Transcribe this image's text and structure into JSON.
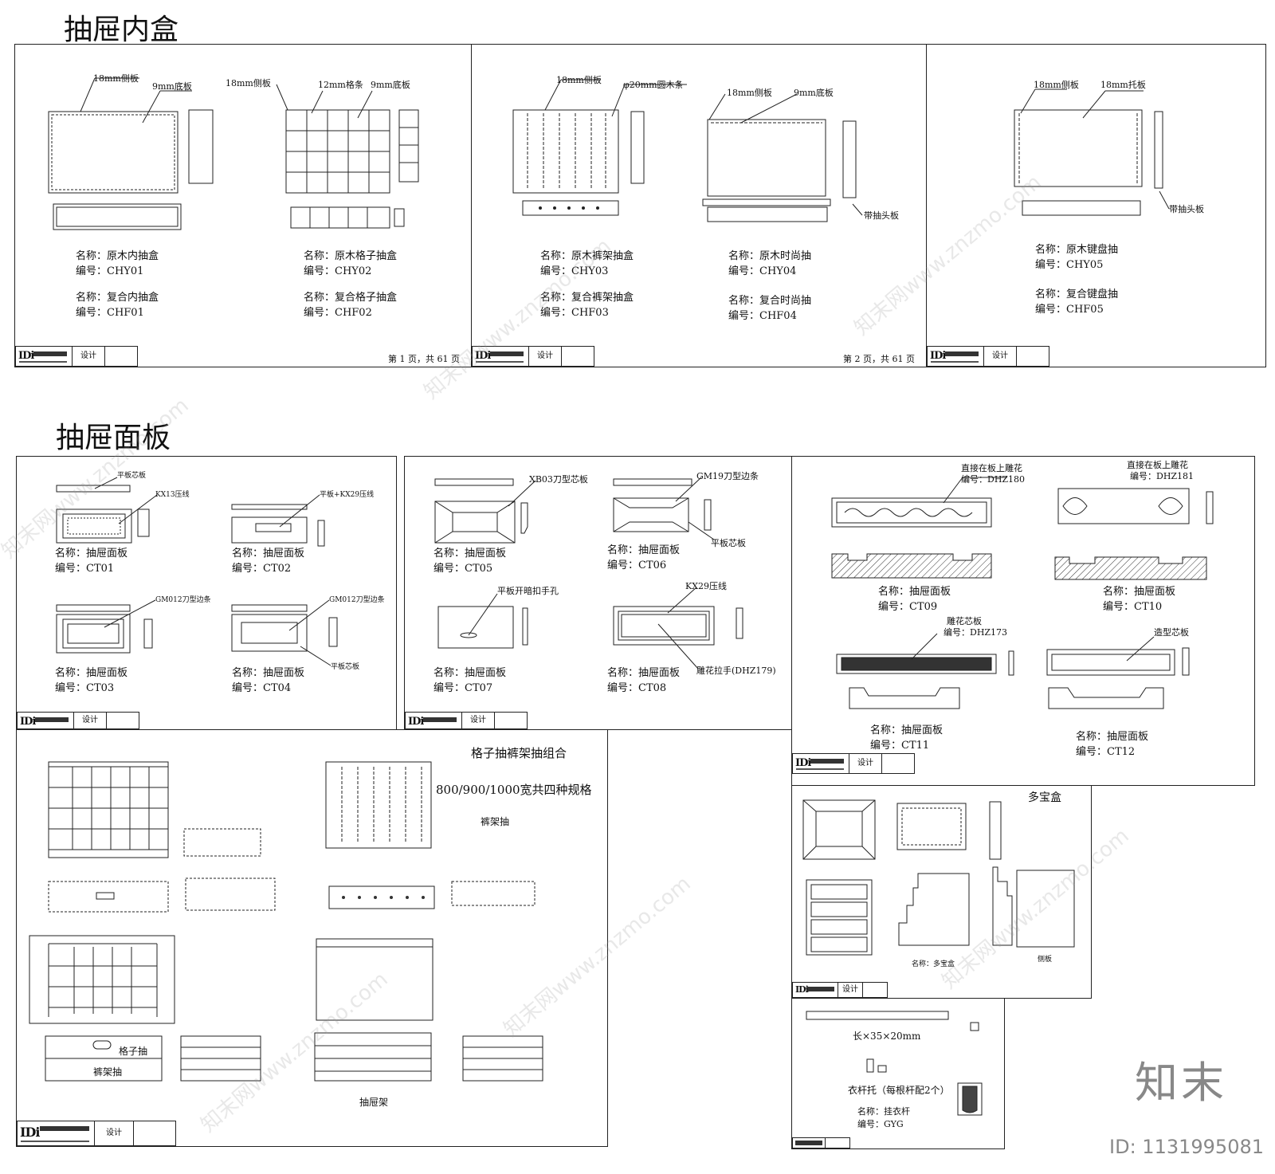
{
  "sections": {
    "drawer_box_title": "抽屉内盒",
    "drawer_panel_title": "抽屉面板"
  },
  "sheet1": {
    "labels": [
      {
        "name_line": "名称：原木内抽盒",
        "code_line": "编号：CHY01"
      },
      {
        "name_line": "名称：复合内抽盒",
        "code_line": "编号：CHF01"
      },
      {
        "name_line": "名称：原木格子抽盒",
        "code_line": "编号：CHY02"
      },
      {
        "name_line": "名称：复合格子抽盒",
        "code_line": "编号：CHF02"
      }
    ],
    "notes": [
      "18mm侧板",
      "9mm底板",
      "18mm侧板",
      "12mm格条",
      "9mm底板"
    ],
    "page": "第 1 页，共 61 页",
    "design": "设计"
  },
  "sheet2": {
    "labels": [
      {
        "name_line": "名称：原木裤架抽盒",
        "code_line": "编号：CHY03"
      },
      {
        "name_line": "名称：复合裤架抽盒",
        "code_line": "编号：CHF03"
      },
      {
        "name_line": "名称：原木时尚抽",
        "code_line": "编号：CHY04"
      },
      {
        "name_line": "名称：复合时尚抽",
        "code_line": "编号：CHF04"
      }
    ],
    "notes": [
      "18mm侧板",
      "φ20mm圆木条",
      "18mm侧板",
      "9mm底板",
      "带抽头板"
    ],
    "page": "第 2 页，共 61 页",
    "design": "设计"
  },
  "sheet3": {
    "labels": [
      {
        "name_line": "名称：原木键盘抽",
        "code_line": "编号：CHY05"
      },
      {
        "name_line": "名称：复合键盘抽",
        "code_line": "编号：CHF05"
      }
    ],
    "notes": [
      "18mm侧板",
      "18mm托板",
      "带抽头板"
    ],
    "design": "设计"
  },
  "sheet4": {
    "labels": [
      {
        "name_line": "名称：抽屉面板",
        "code_line": "编号：CT01"
      },
      {
        "name_line": "名称：抽屉面板",
        "code_line": "编号：CT02"
      },
      {
        "name_line": "名称：抽屉面板",
        "code_line": "编号：CT03"
      },
      {
        "name_line": "名称：抽屉面板",
        "code_line": "编号：CT04"
      }
    ],
    "notes": [
      "平板芯板",
      "KX13压线",
      "平板+KX29压线",
      "GM012刀型边条",
      "GM012刀型边条",
      "平板芯板"
    ],
    "design": "设计"
  },
  "sheet5": {
    "labels": [
      {
        "name_line": "名称：抽屉面板",
        "code_line": "编号：CT05"
      },
      {
        "name_line": "名称：抽屉面板",
        "code_line": "编号：CT06"
      },
      {
        "name_line": "名称：抽屉面板",
        "code_line": "编号：CT07"
      },
      {
        "name_line": "名称：抽屉面板",
        "code_line": "编号：CT08"
      }
    ],
    "notes": [
      "XB03刀型芯板",
      "GM19刀型边条",
      "平板芯板",
      "平板开暗扣手孔",
      "KX29压线",
      "雕花拉手(DHZ179)"
    ],
    "design": "设计"
  },
  "sheet6": {
    "labels": [
      {
        "name_line": "名称：抽屉面板",
        "code_line": "编号：CT09"
      },
      {
        "name_line": "名称：抽屉面板",
        "code_line": "编号：CT10"
      },
      {
        "name_line": "名称：抽屉面板",
        "code_line": "编号：CT11"
      },
      {
        "name_line": "名称：抽屉面板",
        "code_line": "编号：CT12"
      }
    ],
    "notes": [
      "直接在板上雕花",
      "编号：DHZ180",
      "直接在板上雕花",
      "编号：DHZ181",
      "雕花芯板",
      "编号：DHZ173",
      "造型芯板"
    ],
    "design": "设计"
  },
  "sheet7": {
    "title": "格子抽裤架抽组合",
    "subtitle": "800/900/1000宽共四种规格",
    "notes": [
      "裤架抽",
      "格子抽",
      "裤架抽",
      "抽屉架"
    ],
    "design": "设计"
  },
  "sheet8": {
    "title": "多宝盒",
    "notes": [
      "侧板",
      "名称：多宝盒"
    ],
    "design": "设计"
  },
  "sheet9": {
    "notes": [
      "长×35×20mm",
      "衣杆托（每根杆配2个）"
    ],
    "label": {
      "name_line": "名称：挂衣杆",
      "code_line": "编号：GYG"
    }
  },
  "brand": {
    "text": "知末",
    "id": "ID: 1131995081"
  },
  "watermark": "知末网www.znzmo.com"
}
